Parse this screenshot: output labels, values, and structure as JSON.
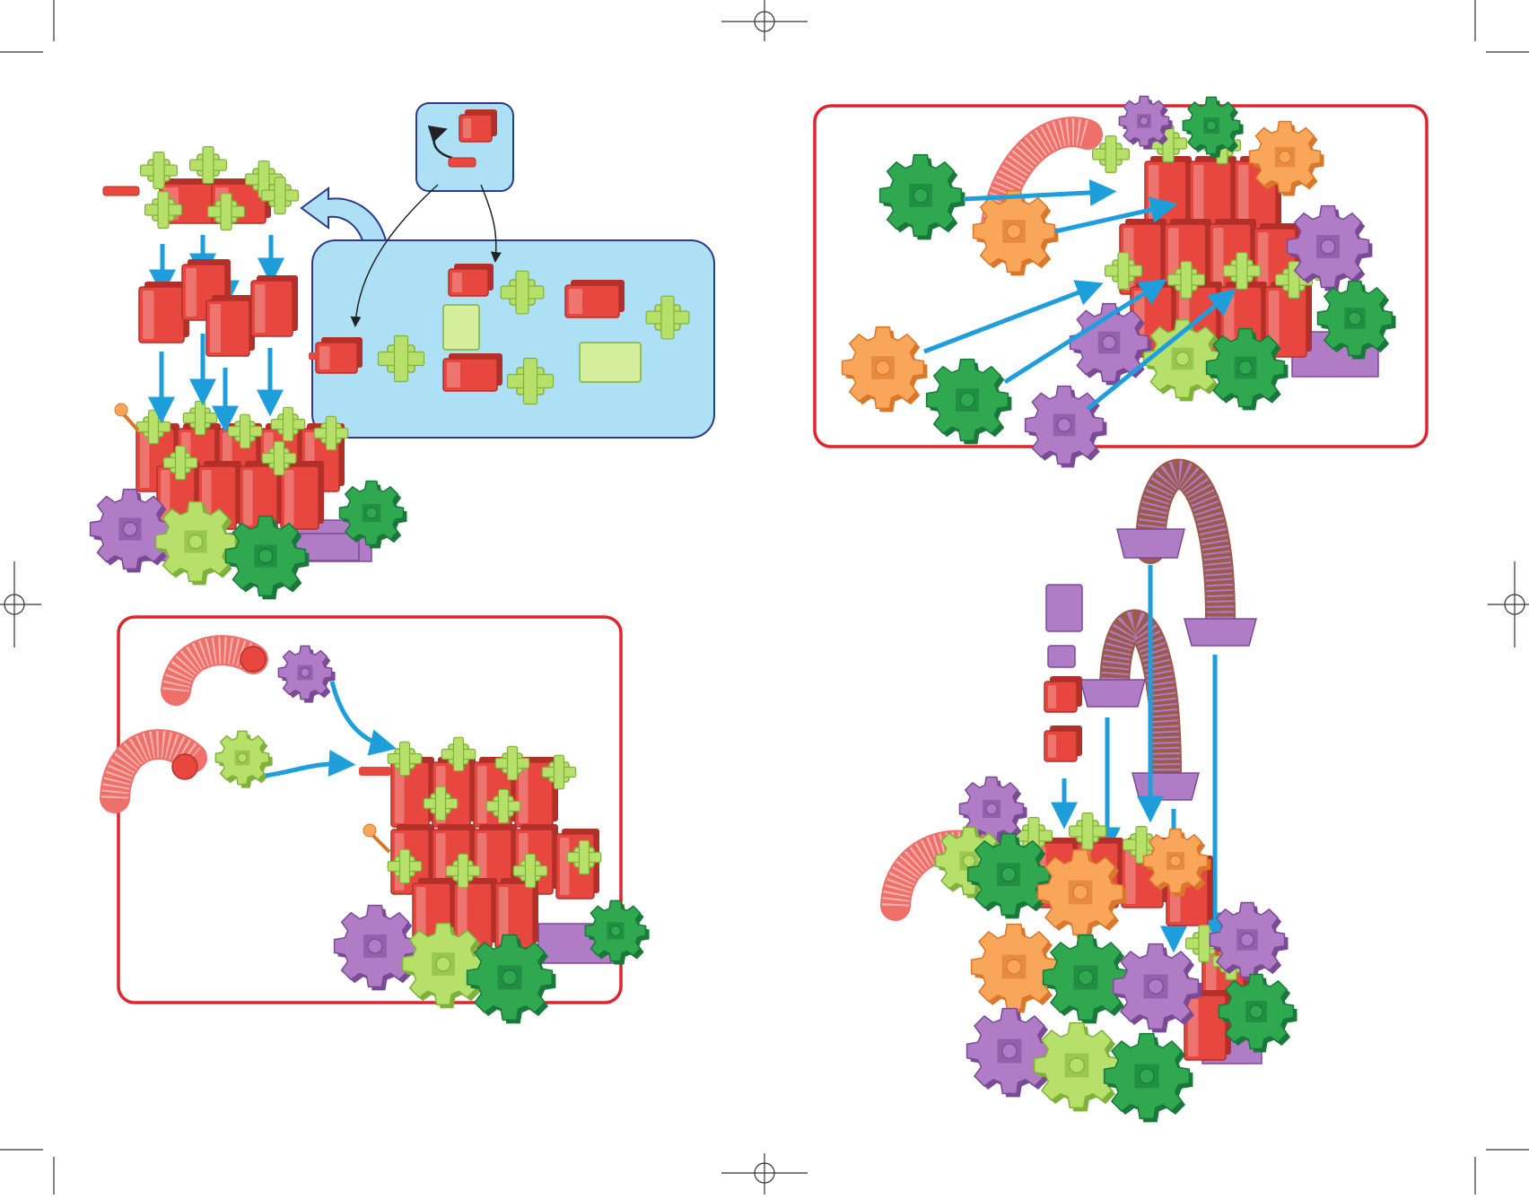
{
  "colors": {
    "page": "#ffffff",
    "frame_red": "#e0242c",
    "callout_fill": "#aee0f5",
    "callout_stroke": "#2b3a8f",
    "arrow_blue": "#1e9fdc",
    "brick_red": "#e8473f",
    "brick_red_light": "#f6a8a0",
    "lime": "#b7e06a",
    "lime_dark": "#7fb23a",
    "green": "#2fa84f",
    "green_dark": "#18793a",
    "purple": "#b07cc6",
    "purple_dark": "#7b4a96",
    "orange": "#f9a65a",
    "orange_dark": "#d9772a",
    "hose_red": "#ef6f6a",
    "hose_brown": "#9c5a4c",
    "registration": "#333333"
  },
  "icons": [
    "registration-mark-icon",
    "gear-icon",
    "brick-icon",
    "connector-cube-icon",
    "flex-hose-icon",
    "rotate-arrow-icon",
    "down-arrow-icon",
    "lever-icon"
  ],
  "panels": [
    {
      "id": "step-top-left",
      "framed": false
    },
    {
      "id": "step-bottom-left",
      "framed": true
    },
    {
      "id": "step-top-right",
      "framed": true
    },
    {
      "id": "step-bottom-right",
      "framed": false
    }
  ]
}
